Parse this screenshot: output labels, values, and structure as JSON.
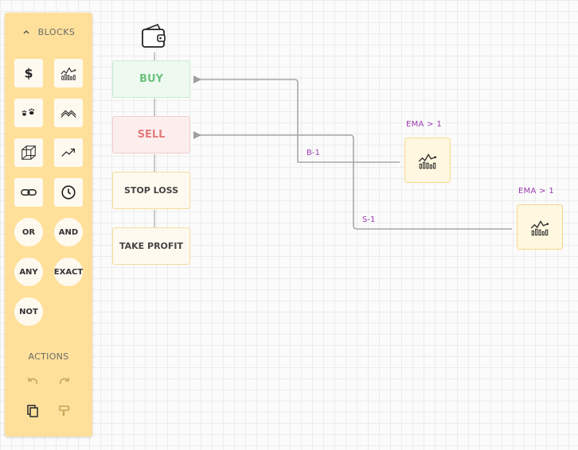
{
  "palette": {
    "header": "BLOCKS",
    "tools": [
      {
        "name": "dollar-icon"
      },
      {
        "name": "indicator-chart-icon"
      },
      {
        "name": "paw-icon"
      },
      {
        "name": "zigzag-icon"
      },
      {
        "name": "cube-icon"
      },
      {
        "name": "trending-up-icon"
      },
      {
        "name": "link-icon"
      },
      {
        "name": "clock-icon"
      }
    ],
    "logic": [
      "OR",
      "AND",
      "ANY",
      "EXACT",
      "NOT"
    ],
    "actions_label": "ACTIONS",
    "actions": [
      {
        "name": "undo-icon"
      },
      {
        "name": "redo-icon"
      },
      {
        "name": "copy-icon"
      },
      {
        "name": "format-painter-icon"
      }
    ]
  },
  "canvas": {
    "root_icon": "wallet-icon",
    "nodes": {
      "buy": "BUY",
      "sell": "SELL",
      "stop_loss": "STOP LOSS",
      "take_profit": "TAKE PROFIT"
    },
    "indicators": [
      {
        "label": "EMA > 1",
        "icon": "indicator-chart-icon",
        "connection": "B-1",
        "target": "BUY"
      },
      {
        "label": "EMA > 1",
        "icon": "indicator-chart-icon",
        "connection": "S-1",
        "target": "SELL"
      }
    ]
  },
  "colors": {
    "palette_bg": "#ffe09a",
    "buy_text": "#6cc27e",
    "sell_text": "#e57c7c",
    "label_purple": "#9a3bb0",
    "connector": "#9e9e9e"
  }
}
